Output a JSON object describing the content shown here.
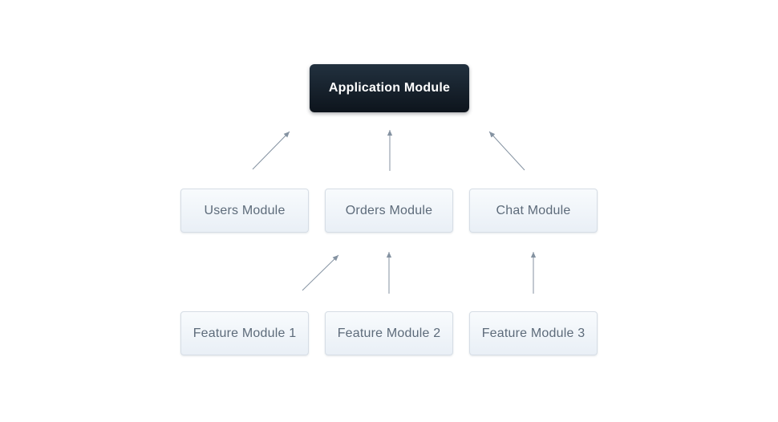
{
  "diagram": {
    "nodes": [
      {
        "id": "application-module",
        "label": "Application Module",
        "role": "root"
      },
      {
        "id": "users-module",
        "label": "Users Module",
        "role": "module"
      },
      {
        "id": "orders-module",
        "label": "Orders Module",
        "role": "module"
      },
      {
        "id": "chat-module",
        "label": "Chat Module",
        "role": "module"
      },
      {
        "id": "feature-module-1",
        "label": "Feature Module 1",
        "role": "module"
      },
      {
        "id": "feature-module-2",
        "label": "Feature Module 2",
        "role": "module"
      },
      {
        "id": "feature-module-3",
        "label": "Feature Module 3",
        "role": "module"
      }
    ],
    "edges": [
      {
        "from": "users-module",
        "to": "application-module"
      },
      {
        "from": "orders-module",
        "to": "application-module"
      },
      {
        "from": "chat-module",
        "to": "application-module"
      },
      {
        "from": "feature-module-1",
        "to": "orders-module"
      },
      {
        "from": "feature-module-2",
        "to": "orders-module"
      },
      {
        "from": "feature-module-3",
        "to": "chat-module"
      }
    ],
    "colors": {
      "background": "#ffffff",
      "root_box_gradient_top": "#22313f",
      "root_box_gradient_bottom": "#0d141c",
      "root_text": "#ffffff",
      "module_box_gradient_top": "#f8fbfd",
      "module_box_gradient_bottom": "#e9eff6",
      "module_border": "#d6dde5",
      "module_text": "#5d6b7a",
      "arrow": "#8492a1"
    }
  }
}
